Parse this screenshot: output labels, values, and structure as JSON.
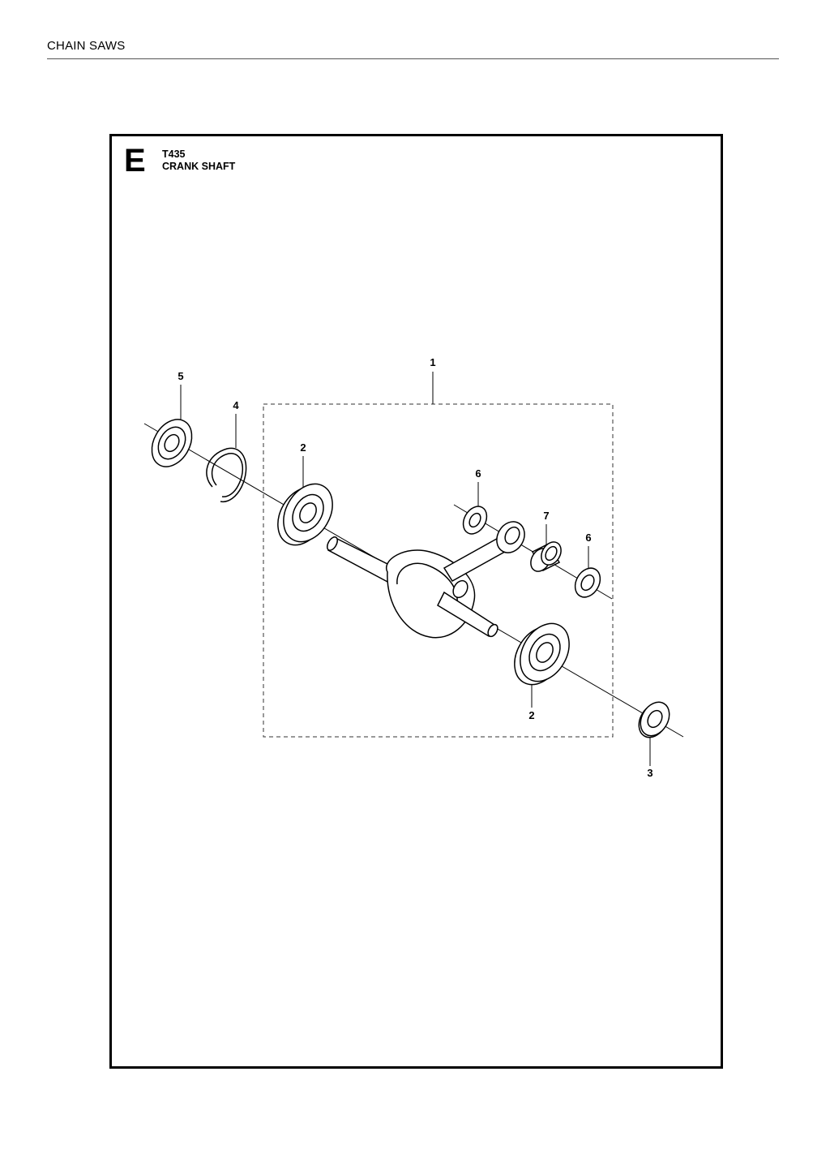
{
  "header": {
    "text": "CHAIN SAWS"
  },
  "section": {
    "letter": "E",
    "model": "T435",
    "title": "CRANK SHAFT"
  },
  "callouts": [
    "1",
    "2",
    "2",
    "3",
    "4",
    "5",
    "6",
    "6",
    "7"
  ]
}
